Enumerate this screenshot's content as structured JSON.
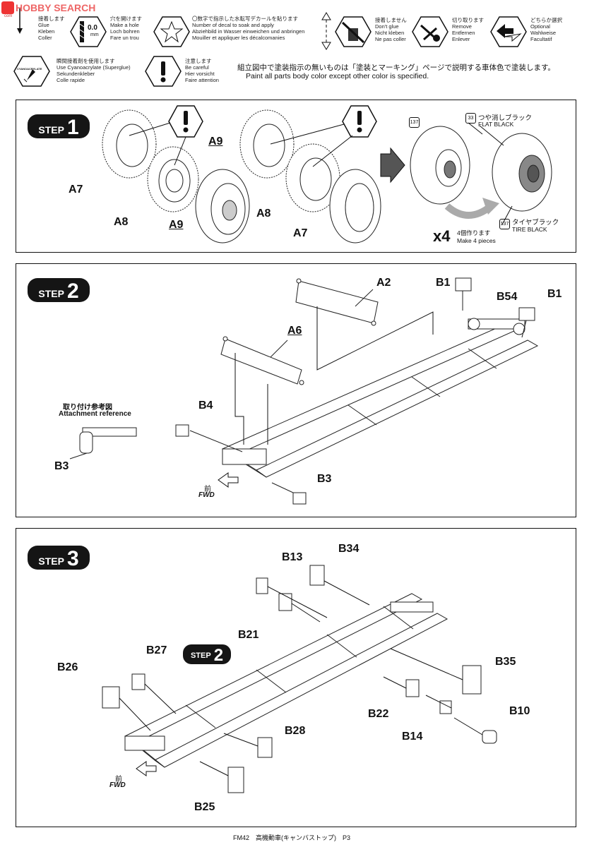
{
  "watermark": {
    "brand_letters": "HOBBY SEARCH",
    "site": "com"
  },
  "legend_row1": [
    {
      "icon": "glue",
      "text": [
        "接着します",
        "Glue",
        "Kleben",
        "Coller"
      ]
    },
    {
      "icon": "drill",
      "size": "0.0",
      "unit": "mm",
      "text": [
        "穴を開けます",
        "Make a hole",
        "Loch bohren",
        "Fare un trou"
      ]
    },
    {
      "icon": "decal",
      "text": [
        "〇数字で指示した水転写デカールを貼ります",
        "Number of decal to soak and apply",
        "Abziehbild in Wasser einweichen und anbringen",
        "Mouiller et appliquer les décalcomanies"
      ]
    },
    {
      "icon": "dont-glue",
      "text": [
        "接着しません",
        "Don't glue",
        "Nicht kleben",
        "Ne pas coller"
      ]
    },
    {
      "icon": "remove",
      "text": [
        "切り取ります",
        "Remove",
        "Entfernen",
        "Enlever"
      ]
    },
    {
      "icon": "optional",
      "text": [
        "どちらか選択",
        "Optional",
        "Wahlweise",
        "Facultatif"
      ]
    }
  ],
  "legend_row2": [
    {
      "icon": "cyanoacrylate",
      "badge": "CYANOACRYLATE",
      "text": [
        "瞬間接着剤を使用します",
        "Use Cyanoacrylate (Superglue)",
        "Sekundenkleber",
        "Colle rapide"
      ]
    },
    {
      "icon": "caution",
      "text": [
        "注意します",
        "Be careful",
        "Hier vorsicht",
        "Faire attention"
      ]
    }
  ],
  "paint_note": {
    "ja": "組立図中で塗装指示の無いものは「塗装とマーキング」ページで説明する車体色で塗装します。",
    "en": "Paint all parts body color except other color is specified."
  },
  "step1": {
    "step_word": "STEP",
    "step_num": "1",
    "labels": {
      "a7_left": "A7",
      "a8_left": "A8",
      "a9_left": "A9",
      "a9_top": "A9",
      "a8_right": "A8",
      "a7_right": "A7"
    },
    "paint": [
      {
        "code": "33",
        "ja": "つや消しブラック",
        "en": "FLAT BLACK"
      },
      {
        "code": "137",
        "ja": "タイヤブラック",
        "en": "TIRE BLACK"
      }
    ],
    "paint_code_top": "137",
    "multiplier": "x4",
    "make_ja": "4個作ります",
    "make_en": "Make 4 pieces"
  },
  "step2": {
    "step_word": "STEP",
    "step_num": "2",
    "labels": {
      "a2": "A2",
      "a6": "A6",
      "b1_left": "B1",
      "b54": "B54",
      "b1_right": "B1",
      "b4": "B4",
      "b3_left": "B3",
      "b3_right": "B3"
    },
    "ref_ja": "取り付け参考図",
    "ref_en": "Attachment reference",
    "fwd_ja": "前",
    "fwd_en": "FWD"
  },
  "step3": {
    "step_word": "STEP",
    "step_num": "3",
    "inset_word": "STEP",
    "inset_num": "2",
    "labels": {
      "b13": "B13",
      "b34": "B34",
      "b21": "B21",
      "b27": "B27",
      "b26": "B26",
      "b35": "B35",
      "b22": "B22",
      "b10": "B10",
      "b14": "B14",
      "b28": "B28",
      "b25": "B25"
    },
    "fwd_ja": "前",
    "fwd_en": "FWD"
  },
  "footer": "FM42　高機動車(キャンバストップ)　P3"
}
